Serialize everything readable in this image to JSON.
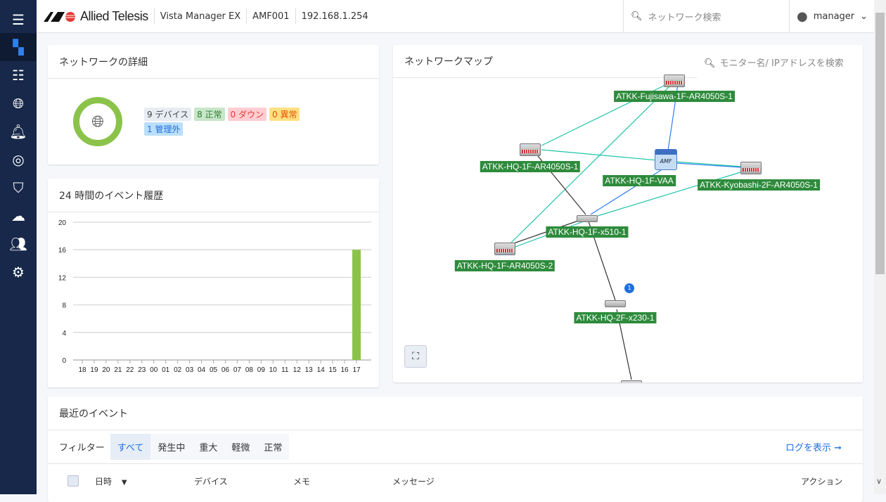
{
  "header": {
    "brand": "Allied Telesis",
    "product": "Vista Manager EX",
    "area": "AMF001",
    "ip": "192.168.1.254",
    "search_placeholder": "ネットワーク検索",
    "user": "manager"
  },
  "sidebar": {
    "items": [
      "menu",
      "dashboard",
      "list",
      "globe",
      "alarm",
      "monitor",
      "security",
      "cloud",
      "users",
      "settings"
    ]
  },
  "network_details": {
    "title": "ネットワークの詳細",
    "badges": [
      {
        "label": "9 デバイス",
        "bg": "#e8ecf3",
        "fg": "#444"
      },
      {
        "label": "8 正常",
        "bg": "#c8e6c9",
        "fg": "#2e7d32"
      },
      {
        "label": "0 ダウン",
        "bg": "#ffcdd2",
        "fg": "#e53935"
      },
      {
        "label": "0 異常",
        "bg": "#ffe082",
        "fg": "#e65100"
      },
      {
        "label": "1 管理外",
        "bg": "#bbdefb",
        "fg": "#1e6fd9"
      }
    ],
    "ring_color": "#8bc34a"
  },
  "chart_data": {
    "type": "bar",
    "title": "24 時間のイベント履歴",
    "categories": [
      "18",
      "19",
      "20",
      "21",
      "22",
      "23",
      "00",
      "01",
      "02",
      "03",
      "04",
      "05",
      "06",
      "07",
      "08",
      "09",
      "10",
      "11",
      "12",
      "13",
      "14",
      "15",
      "16",
      "17"
    ],
    "values": [
      0,
      0,
      0,
      0,
      0,
      0,
      0,
      0,
      0,
      0,
      0,
      0,
      0,
      0,
      0,
      0,
      0,
      0,
      0,
      0,
      0,
      0,
      0,
      16
    ],
    "yticks": [
      0,
      4,
      8,
      12,
      16,
      20
    ],
    "ylim": [
      0,
      20
    ],
    "color": "#8bc34a",
    "xlabel": "",
    "ylabel": ""
  },
  "network_map": {
    "title": "ネットワークマップ",
    "search_placeholder": "モニター名/ IPアドレスを検索",
    "nodes": [
      "ATKK-Fujisawa-1F-AR4050S-1",
      "ATKK-HQ-1F-AR4050S-1",
      "ATKK-HQ-1F-VAA",
      "ATKK-Kyobashi-2F-AR4050S-1",
      "ATKK-HQ-1F-x510-1",
      "ATKK-HQ-1F-AR4050S-2",
      "ATKK-HQ-2F-x230-1"
    ],
    "amf_label": "AMF",
    "alert_count": "1"
  },
  "events": {
    "title": "最近のイベント",
    "filter_label": "フィルター",
    "filters": [
      "すべて",
      "発生中",
      "重大",
      "軽微",
      "正常"
    ],
    "view_log": "ログを表示",
    "columns": [
      "日時",
      "デバイス",
      "メモ",
      "メッセージ",
      "アクション"
    ]
  }
}
